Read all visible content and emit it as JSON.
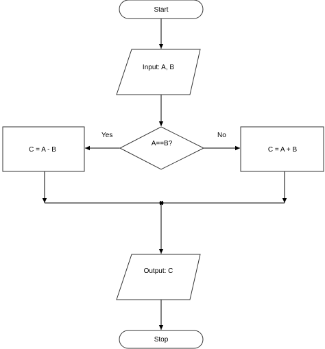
{
  "flowchart": {
    "start_label": "Start",
    "input_label": "Input: A, B",
    "decision_label": "A==B?",
    "yes_label": "Yes",
    "no_label": "No",
    "yes_process_label": "C = A - B",
    "no_process_label": "C = A + B",
    "output_label": "Output: C",
    "stop_label": "Stop"
  },
  "colors": {
    "stroke": "#333333",
    "fill": "#ffffff",
    "text": "#000000"
  }
}
